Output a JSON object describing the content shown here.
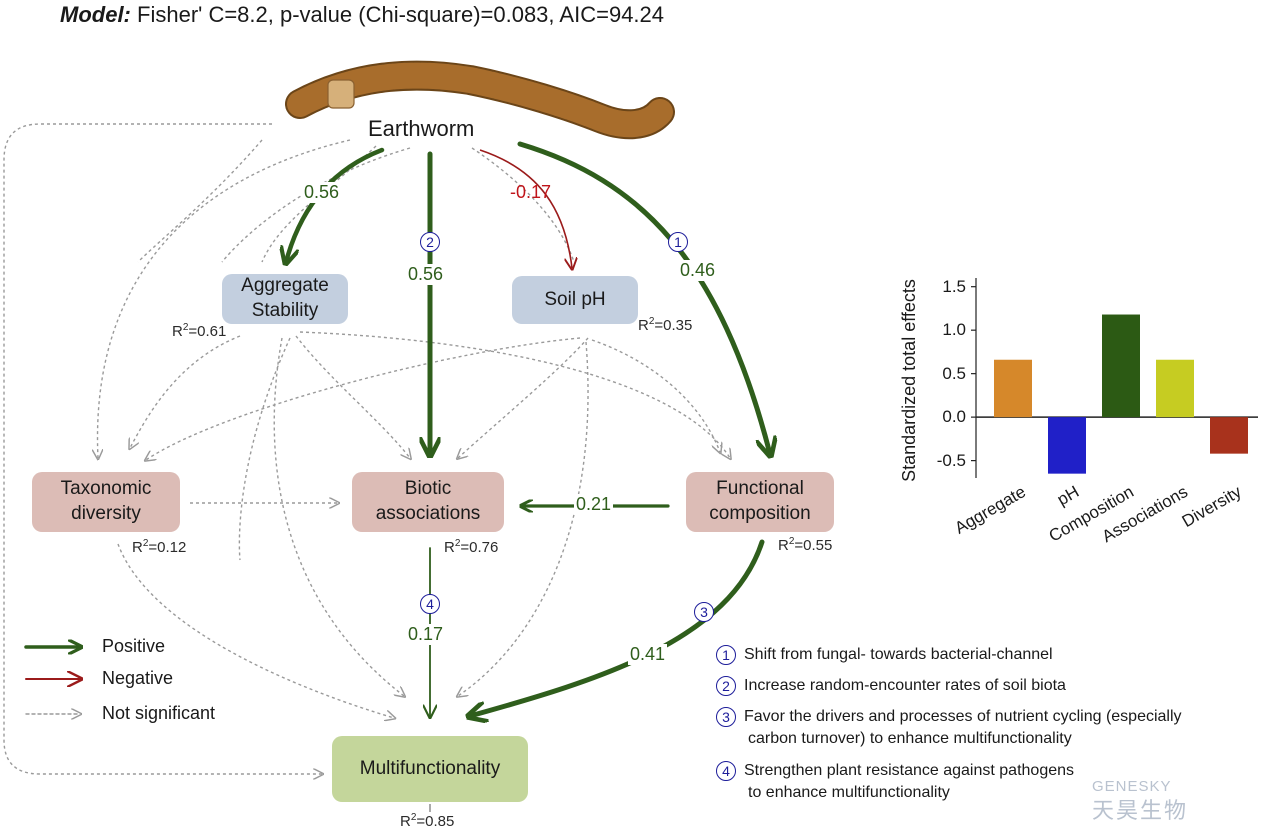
{
  "header": {
    "model_label": "Model:",
    "model_stats": "Fisher' C=8.2, p-value (Chi-square)=0.083, AIC=94.24"
  },
  "nodes": {
    "earthworm": "Earthworm",
    "aggregate_line1": "Aggregate",
    "aggregate_line2": "Stability",
    "soil_ph": "Soil pH",
    "taxonomic_line1": "Taxonomic",
    "taxonomic_line2": "diversity",
    "biotic_line1": "Biotic",
    "biotic_line2": "associations",
    "functional_line1": "Functional",
    "functional_line2": "composition",
    "multifunctionality": "Multifunctionality"
  },
  "r2": {
    "prefix": "R",
    "sup": "2",
    "aggregate": "=0.61",
    "soil_ph": "=0.35",
    "taxonomic": "=0.12",
    "biotic": "=0.76",
    "functional": "=0.55",
    "multifunctionality": "=0.85"
  },
  "coefficients": {
    "earthworm_aggregate": "0.56",
    "earthworm_biotic": "0.56",
    "earthworm_ph": "-0.17",
    "earthworm_functional": "0.46",
    "functional_biotic": "0.21",
    "biotic_multi": "0.17",
    "functional_multi": "0.41"
  },
  "path_markers": {
    "m1": "1",
    "m2": "2",
    "m3": "3",
    "m4": "4"
  },
  "legend": {
    "positive": "Positive",
    "negative": "Negative",
    "not_significant": "Not significant"
  },
  "mechanisms": {
    "m1": "Shift from fungal- towards bacterial-channel",
    "m2": "Increase random-encounter rates of soil biota",
    "m3_line1": "Favor the drivers and processes of nutrient cycling (especially",
    "m3_line2": "carbon turnover) to enhance multifunctionality",
    "m4_line1": "Strengthen plant resistance against pathogens",
    "m4_line2": "to enhance multifunctionality"
  },
  "colors": {
    "positive": "#2f5e1c",
    "negative": "#9b1b1b",
    "not_significant": "#9a9a9a",
    "aggregate_box": "#c3cfdf",
    "pink_box": "#dcbcb6",
    "multi_box": "#c4d69b"
  },
  "chart_data": {
    "type": "bar",
    "ylabel": "Standardized total effects",
    "categories": [
      "Aggregate",
      "pH",
      "Composition",
      "Associations",
      "Diversity"
    ],
    "values": [
      0.66,
      -0.65,
      1.18,
      0.66,
      -0.42
    ],
    "bar_colors": [
      "#d6882a",
      "#2020c8",
      "#2c5a14",
      "#c6cc22",
      "#a8321c"
    ],
    "ylim": [
      -0.7,
      1.6
    ],
    "yticks": [
      "1.5",
      "1.0",
      "0.5",
      "0.0",
      "-0.5"
    ],
    "ytick_values": [
      1.5,
      1.0,
      0.5,
      0.0,
      -0.5
    ],
    "grid": false
  },
  "watermark": {
    "en": "GENESKY",
    "cn": "天昊生物"
  }
}
